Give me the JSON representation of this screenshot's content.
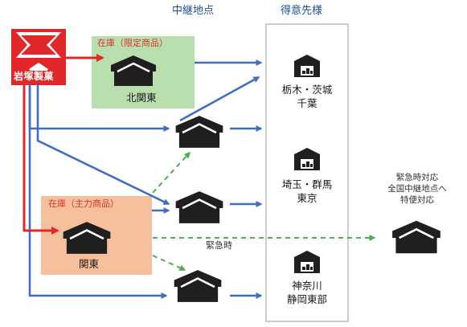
{
  "header": {
    "relay_points": "中継地点",
    "customers": "得意先様"
  },
  "company": {
    "logo_text": "岩塚製菓"
  },
  "warehouses": {
    "kita_kanto": {
      "stock_label": "在庫（限定商品）",
      "name": "北関東"
    },
    "kanto": {
      "stock_label": "在庫（主力商品）",
      "name": "関東"
    }
  },
  "destinations": [
    {
      "lines": [
        "栃木・茨城",
        "千葉"
      ]
    },
    {
      "lines": [
        "埼玉・群馬",
        "東京"
      ]
    },
    {
      "lines": [
        "神奈川",
        "静岡東部"
      ]
    }
  ],
  "emergency": {
    "label": "緊急時",
    "note_lines": [
      "緊急時対応",
      "全国中継地点へ",
      "特便対応"
    ]
  },
  "colors": {
    "blue_arrow": "#3f6fc4",
    "red_arrow": "#e0282a",
    "green_dashed": "#4caf50",
    "box_green": "#b9dfae",
    "box_orange": "#f7c09c",
    "logo_red": "#e0282a",
    "warehouse": "#1f1f1f"
  }
}
